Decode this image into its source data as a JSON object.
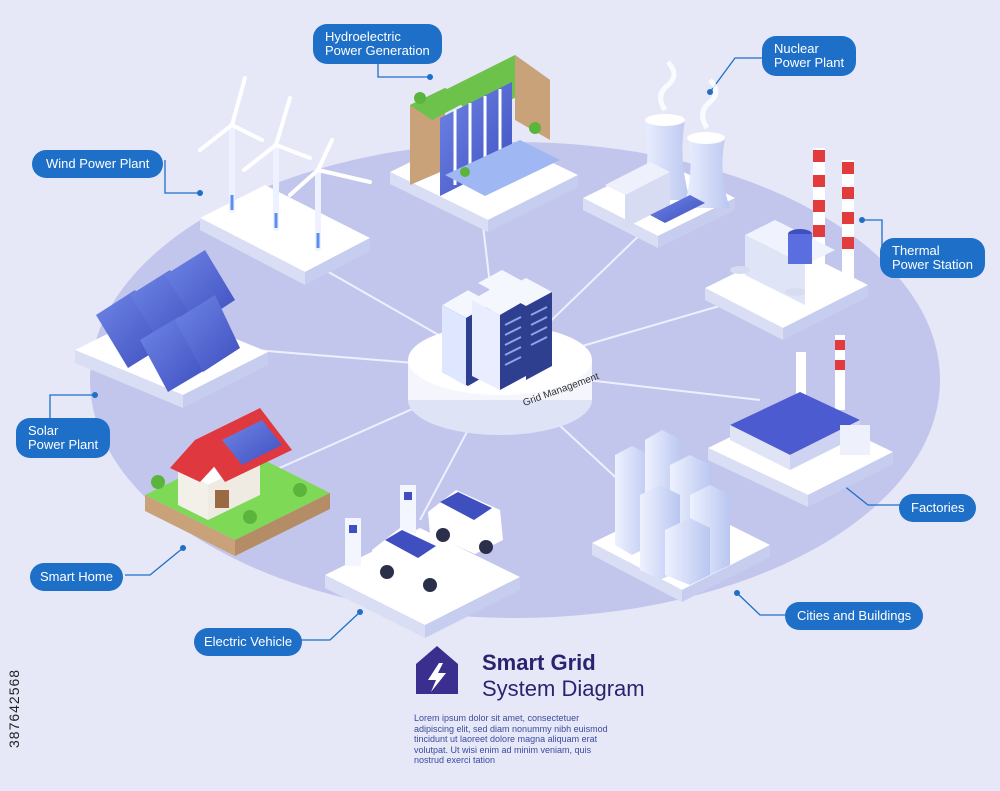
{
  "hub": {
    "label": "Grid Management"
  },
  "labels": {
    "hydro": [
      "Hydroelectric",
      "Power Generation"
    ],
    "nuclear": [
      "Nuclear",
      "Power Plant"
    ],
    "wind": [
      "Wind Power Plant"
    ],
    "thermal": [
      "Thermal",
      "Power Station"
    ],
    "solar": [
      "Solar",
      "Power Plant"
    ],
    "factories": [
      "Factories"
    ],
    "smart_home": [
      "Smart Home"
    ],
    "cities": [
      "Cities and Buildings"
    ],
    "ev": [
      "Electric Vehicle"
    ]
  },
  "title": {
    "line1": "Smart Grid",
    "line2": "System Diagram"
  },
  "body_text": "Lorem ipsum dolor sit amet, consectetuer adipiscing elit, sed diam nonummy nibh euismod tincidunt ut laoreet dolore magna aliquam erat volutpat. Ut wisi enim ad minim veniam, quis nostrud exerci tation",
  "watermark": "387642568",
  "colors": {
    "background": "#e6e8f7",
    "ellipse": "#c3c6ec",
    "label": "#1e6fc8",
    "title": "#2a2470",
    "accent": "#3a2f8f"
  }
}
